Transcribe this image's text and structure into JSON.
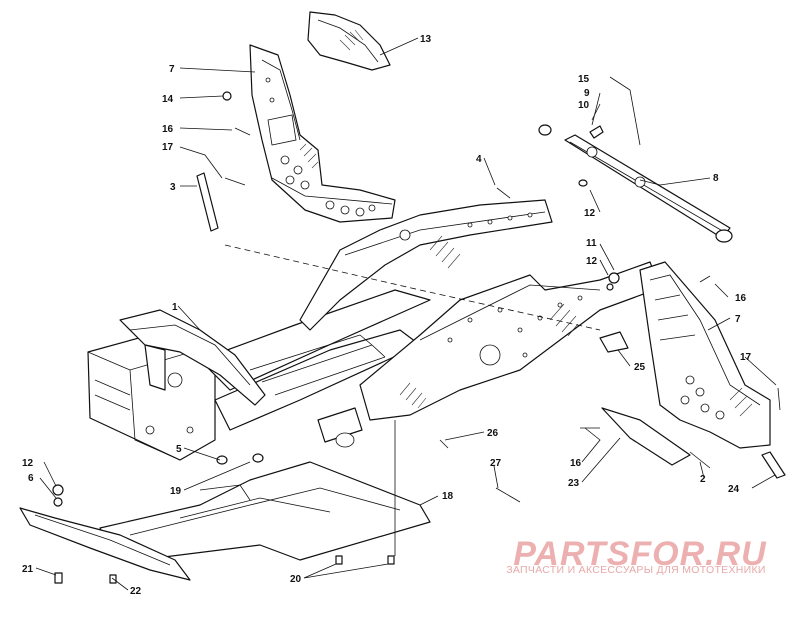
{
  "diagram": {
    "callouts": [
      {
        "id": "c13",
        "label": "13"
      },
      {
        "id": "c7a",
        "label": "7"
      },
      {
        "id": "c14",
        "label": "14"
      },
      {
        "id": "c16a",
        "label": "16"
      },
      {
        "id": "c17a",
        "label": "17"
      },
      {
        "id": "c3",
        "label": "3"
      },
      {
        "id": "c4",
        "label": "4"
      },
      {
        "id": "c15",
        "label": "15"
      },
      {
        "id": "c9",
        "label": "9"
      },
      {
        "id": "c10",
        "label": "10"
      },
      {
        "id": "c8",
        "label": "8"
      },
      {
        "id": "c12a",
        "label": "12"
      },
      {
        "id": "c11",
        "label": "11"
      },
      {
        "id": "c12b",
        "label": "12"
      },
      {
        "id": "c16b",
        "label": "16"
      },
      {
        "id": "c7b",
        "label": "7"
      },
      {
        "id": "c1",
        "label": "1"
      },
      {
        "id": "c25",
        "label": "25"
      },
      {
        "id": "c17b",
        "label": "17"
      },
      {
        "id": "c26",
        "label": "26"
      },
      {
        "id": "c5",
        "label": "5"
      },
      {
        "id": "c19",
        "label": "19"
      },
      {
        "id": "c27",
        "label": "27"
      },
      {
        "id": "c16c",
        "label": "16"
      },
      {
        "id": "c2",
        "label": "2"
      },
      {
        "id": "c23",
        "label": "23"
      },
      {
        "id": "c24",
        "label": "24"
      },
      {
        "id": "c12c",
        "label": "12"
      },
      {
        "id": "c6",
        "label": "6"
      },
      {
        "id": "c18",
        "label": "18"
      },
      {
        "id": "c21",
        "label": "21"
      },
      {
        "id": "c22",
        "label": "22"
      },
      {
        "id": "c20",
        "label": "20"
      }
    ]
  },
  "watermark": {
    "caption": "ЗАПЧАСТИ И АКСЕССУАРЫ ДЛЯ МОТОТЕХНИКИ",
    "logo_text": "PARTSFOR.RU",
    "color": "#e07070"
  }
}
